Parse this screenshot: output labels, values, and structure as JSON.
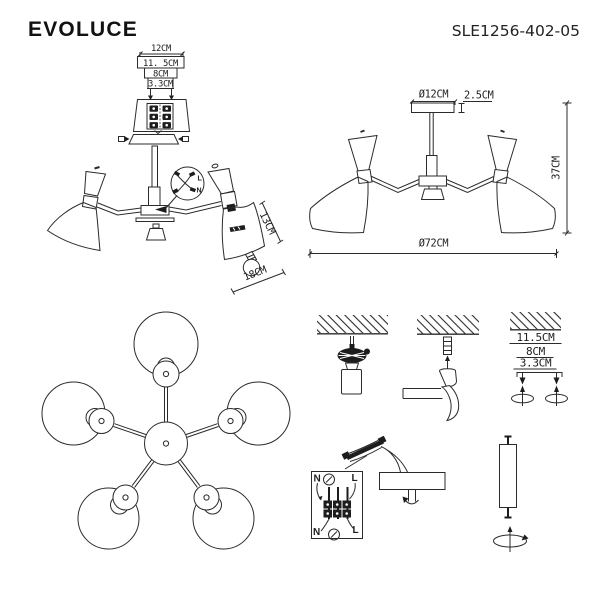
{
  "header": {
    "brand": "EVOLUCE",
    "model": "SLE1256-402-05"
  },
  "mount_detail": {
    "dim_width": "12CM",
    "dim_plate": "11. 5CM",
    "dim_holes": "8CM",
    "dim_slot": "3.3CM"
  },
  "side_view": {
    "dim_shade": "13CM",
    "dim_opening": "18CM",
    "wire_live": "L",
    "wire_neutral": "N"
  },
  "front_view": {
    "canopy_diameter": "Ø12CM",
    "canopy_height": "2.5CM",
    "total_height": "37CM",
    "total_diameter": "Ø72CM"
  },
  "install": {
    "dim_outer": "11.5CM",
    "dim_mid": "8CM",
    "dim_inner": "3.3CM",
    "wiring": {
      "neutral_top": "N",
      "live_top": "L",
      "neutral_bottom": "N",
      "live_bottom": "L"
    }
  }
}
